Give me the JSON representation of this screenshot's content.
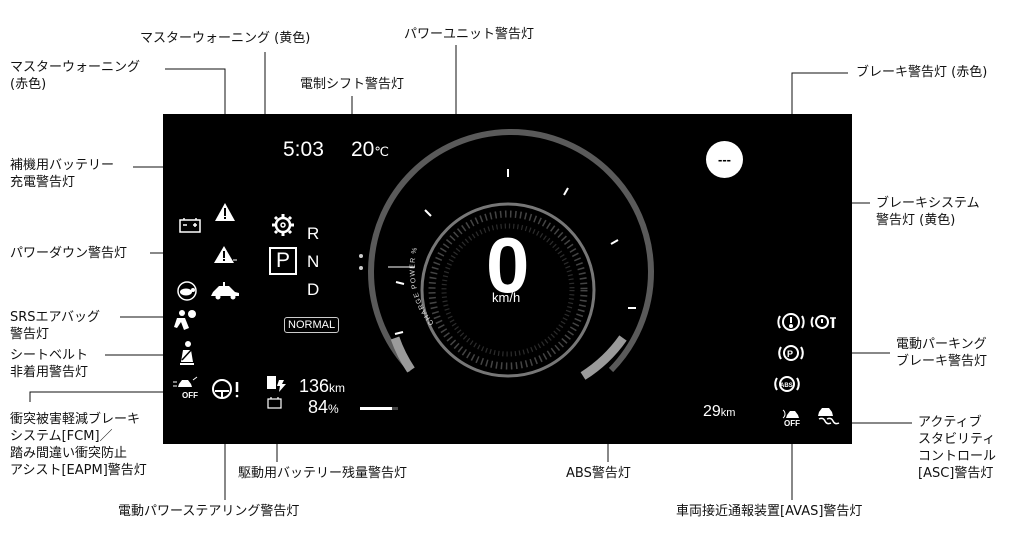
{
  "labels": {
    "master_warning_red": [
      "マスターウォーニング",
      "(赤色)"
    ],
    "master_warning_yellow": "マスターウォーニング (黄色)",
    "electric_shift": "電制シフト警告灯",
    "power_unit": "パワーユニット警告灯",
    "aux_battery": [
      "補機用バッテリー",
      "充電警告灯"
    ],
    "power_down": "パワーダウン警告灯",
    "srs": [
      "SRSエアバッグ",
      "警告灯"
    ],
    "seatbelt": [
      "シートベルト",
      "非着用警告灯"
    ],
    "fcm": [
      "衝突被害軽減ブレーキ",
      "システム[FCM]／",
      "踏み間違い衝突防止",
      "アシスト[EAPM]警告灯"
    ],
    "eps": "電動パワーステアリング警告灯",
    "drive_battery": "駆動用バッテリー残量警告灯",
    "brake_red": "ブレーキ警告灯 (赤色)",
    "brake_system": [
      "ブレーキシステム",
      "警告灯 (黄色)"
    ],
    "parking_brake": [
      "電動パーキング",
      "ブレーキ警告灯"
    ],
    "asc": [
      "アクティブ",
      "スタビリティ",
      "コントロール",
      "[ASC]警告灯"
    ],
    "abs": "ABS警告灯",
    "avas": "車両接近通報装置[AVAS]警告灯"
  },
  "display": {
    "time": "5:03",
    "temp_value": "20",
    "temp_unit": "℃",
    "gear_p": "P",
    "gear_r": "R",
    "gear_n": "N",
    "gear_d": "D",
    "drive_mode": "NORMAL",
    "speed": "0",
    "speed_unit": "km/h",
    "gauge_label": "CHARGE POWER %",
    "range_value": "136",
    "range_unit": "km",
    "battery_value": "84",
    "battery_unit": "%",
    "battery_level": 0.84,
    "trip_value": "29",
    "trip_unit": "km",
    "indicator_text": "---",
    "off_text": "OFF"
  }
}
